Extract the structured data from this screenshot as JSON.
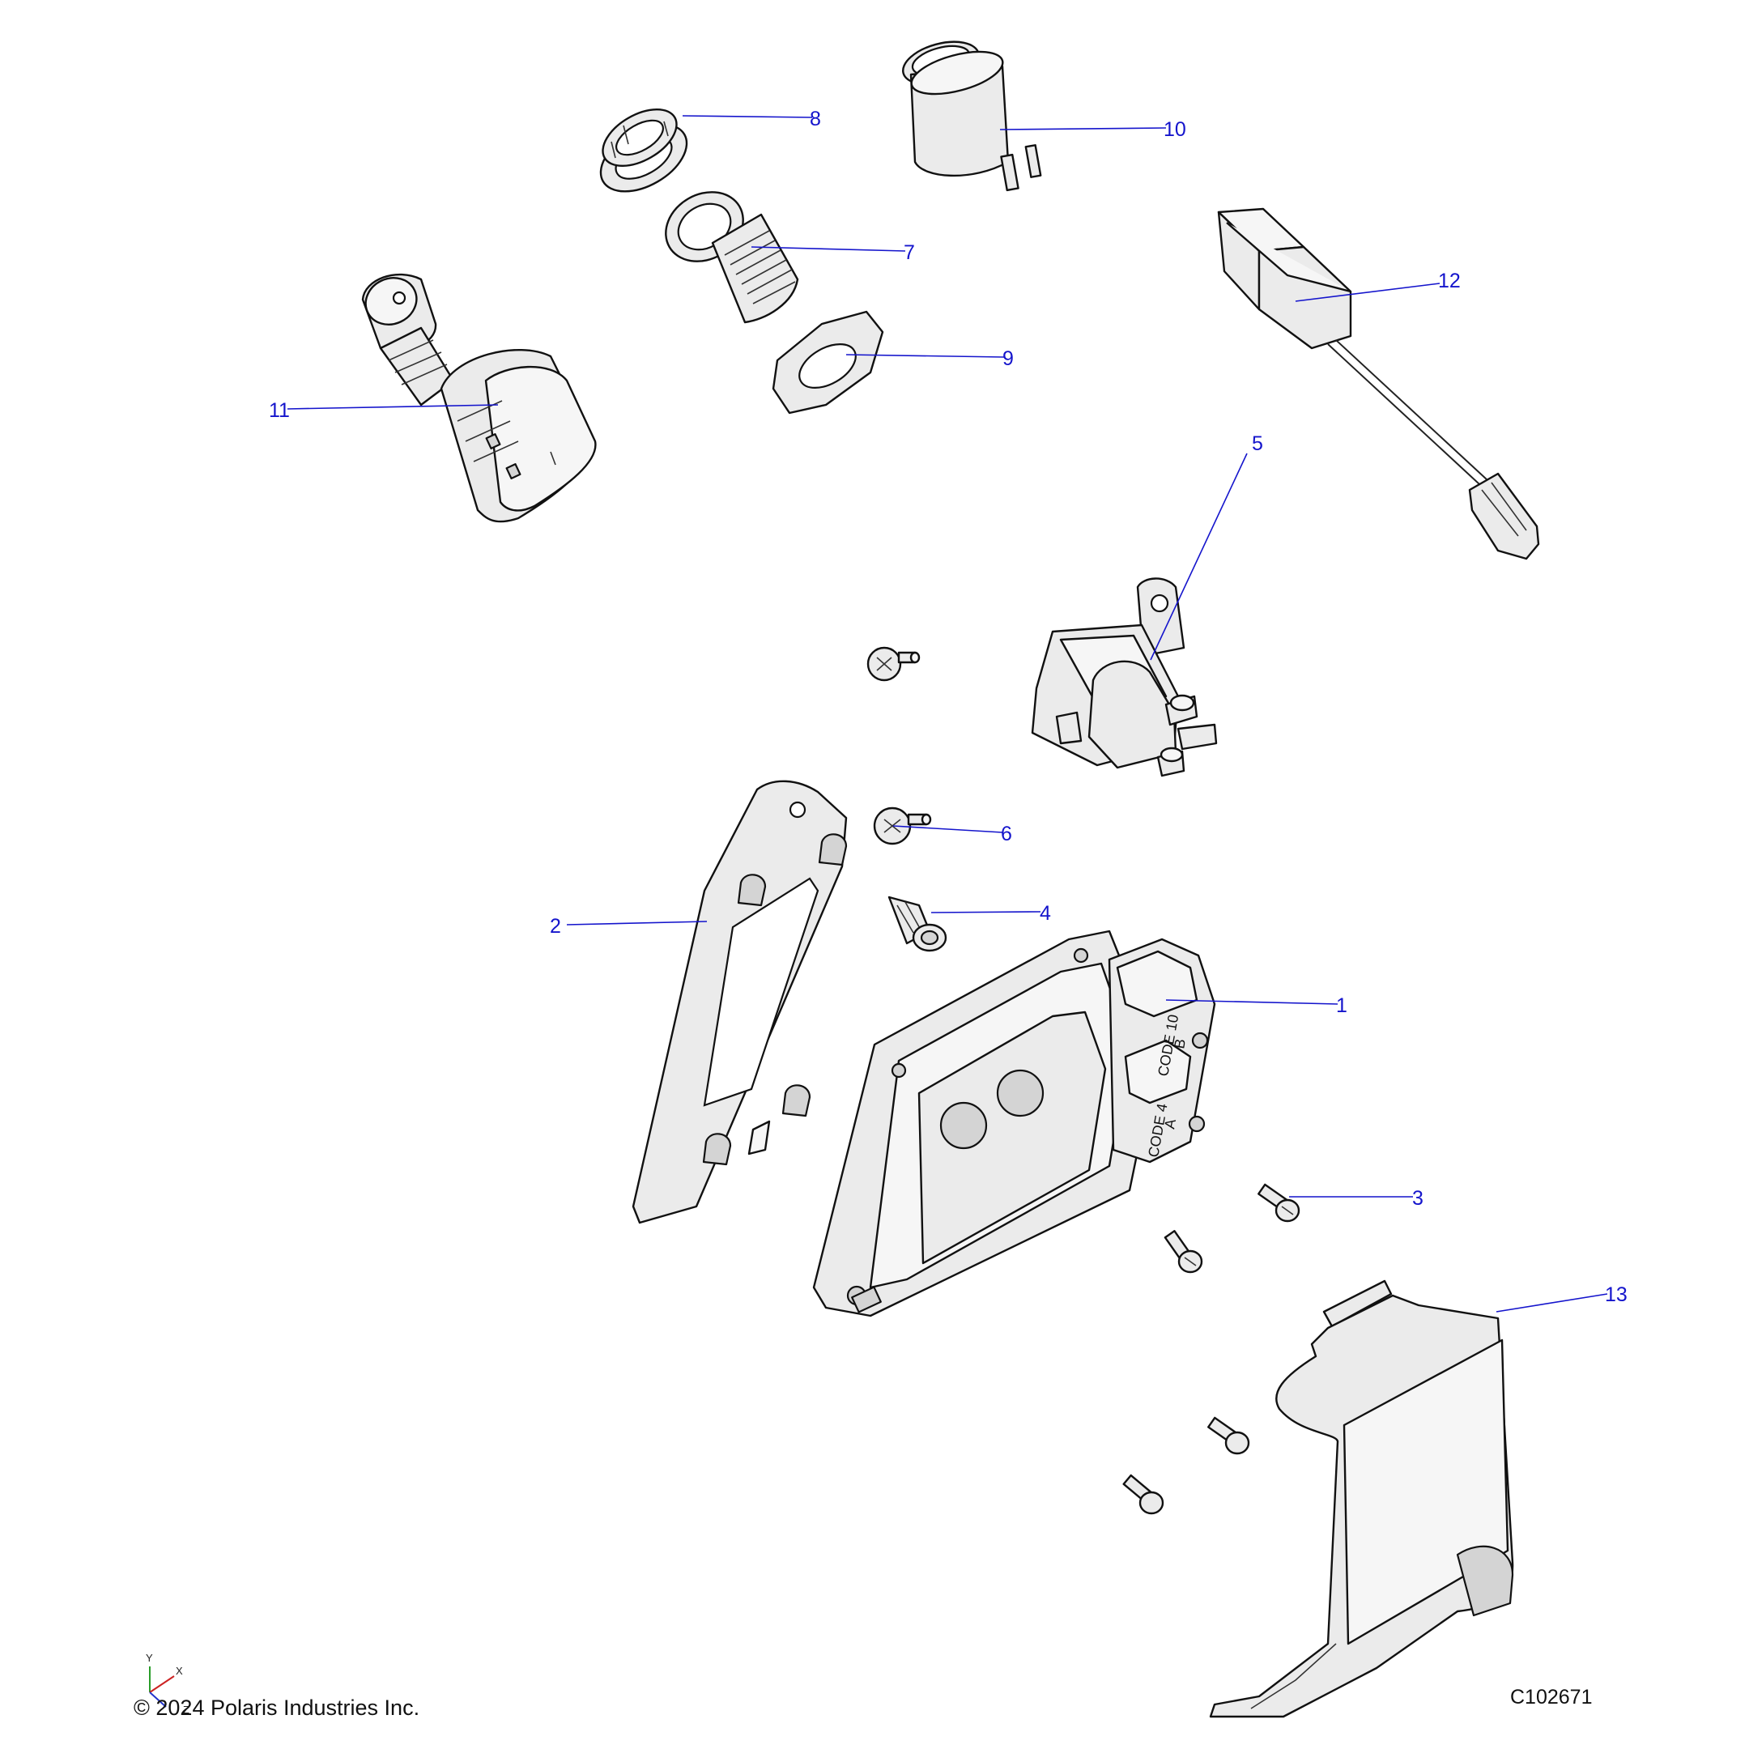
{
  "callouts": {
    "c1": "1",
    "c2": "2",
    "c3": "3",
    "c4": "4",
    "c5": "5",
    "c6": "6",
    "c7": "7",
    "c8": "8",
    "c9": "9",
    "c10": "10",
    "c11": "11",
    "c12": "12",
    "c13": "13"
  },
  "module_labels": {
    "code_b_line1": "CODE 10",
    "code_b_line2": "B",
    "code_a_line1": "CODE 4",
    "code_a_line2": "A"
  },
  "footer": {
    "copyright": "© 2024 Polaris Industries Inc.",
    "drawing_id": "C102671"
  },
  "axis_triad": {
    "y": "Y",
    "x": "X",
    "z": "Z"
  },
  "colors": {
    "callout": "#1414cc",
    "part_fill": "#ebebeb",
    "outline": "#111111"
  }
}
